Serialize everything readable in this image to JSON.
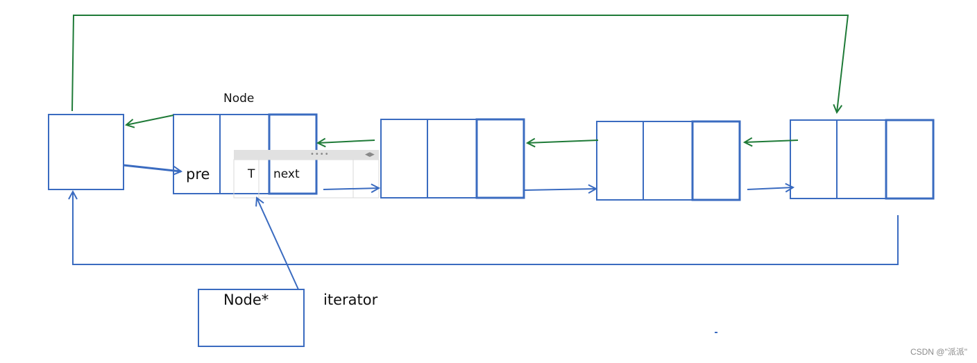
{
  "diagram": {
    "title": "Doubly-linked circular list with sentinel head and iterator",
    "labels": {
      "node_title": "Node",
      "pre": "pre",
      "data_type": "T",
      "next": "next",
      "iterator_box": "Node*",
      "iterator_name": "iterator"
    },
    "nodes": [
      {
        "id": "head",
        "kind": "sentinel",
        "fields": []
      },
      {
        "id": "node1",
        "kind": "node",
        "fields": [
          "pre",
          "T",
          "next"
        ]
      },
      {
        "id": "node2",
        "kind": "node",
        "fields": [
          "",
          "",
          ""
        ]
      },
      {
        "id": "node3",
        "kind": "node",
        "fields": [
          "",
          "",
          ""
        ]
      },
      {
        "id": "node4",
        "kind": "node",
        "fields": [
          "",
          "",
          ""
        ]
      }
    ],
    "edges": [
      {
        "from": "head",
        "to": "node1",
        "kind": "next",
        "color": "blue"
      },
      {
        "from": "node1",
        "to": "node2",
        "kind": "next",
        "color": "blue"
      },
      {
        "from": "node2",
        "to": "node3",
        "kind": "next",
        "color": "blue"
      },
      {
        "from": "node3",
        "to": "node4",
        "kind": "next",
        "color": "blue"
      },
      {
        "from": "node4",
        "to": "head",
        "kind": "next-wraparound",
        "color": "blue"
      },
      {
        "from": "node1",
        "to": "head",
        "kind": "pre",
        "color": "green"
      },
      {
        "from": "node2",
        "to": "node1",
        "kind": "pre",
        "color": "green"
      },
      {
        "from": "node3",
        "to": "node2",
        "kind": "pre",
        "color": "green"
      },
      {
        "from": "node4",
        "to": "node3",
        "kind": "pre",
        "color": "green"
      },
      {
        "from": "head",
        "to": "node4",
        "kind": "pre-wraparound",
        "color": "green"
      },
      {
        "from": "iterator",
        "to": "node1",
        "kind": "pointer",
        "color": "blue"
      }
    ],
    "colors": {
      "blue": "#3a6bc0",
      "green": "#1e7a37",
      "toolbar": "#e1e1e1"
    },
    "watermark": "CSDN @\"派派\""
  }
}
